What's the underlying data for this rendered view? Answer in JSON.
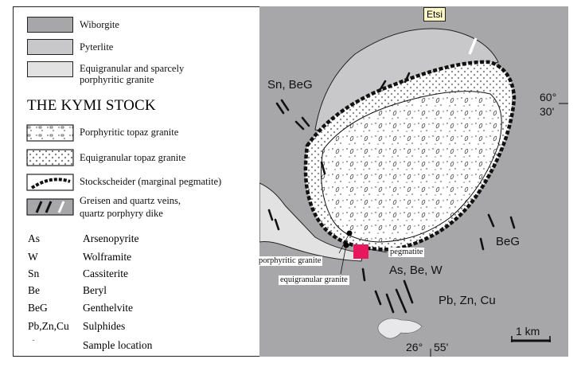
{
  "legend": {
    "wiborgite": "Wiborgite",
    "pyterlite": "Pyterlite",
    "equigranular_1": "Equigranular and sparcely",
    "equigranular_2": "porphyritic granite",
    "title": "THE KYMI STOCK",
    "porphyritic_topaz": "Porphyritic topaz granite",
    "equigranular_topaz": "Equigranular topaz granite",
    "stockscheider": "Stockscheider (marginal pegmatite)",
    "greisen_1": "Greisen and quartz veins,",
    "greisen_2": "quartz porphyry dike",
    "minerals": [
      {
        "abbr": "As",
        "name": "Arsenopyrite"
      },
      {
        "abbr": "W",
        "name": "Wolframite"
      },
      {
        "abbr": "Sn",
        "name": "Cassiterite"
      },
      {
        "abbr": "Be",
        "name": "Beryl"
      },
      {
        "abbr": "BeG",
        "name": "Genthelvite"
      },
      {
        "abbr": "Pb,Zn,Cu",
        "name": "Sulphides"
      }
    ],
    "sample": "Sample location"
  },
  "map": {
    "etsi": "Etsi",
    "sn_beg": "Sn, BeG",
    "beg": "BeG",
    "as_be_w": "As, Be, W",
    "pb_zn_cu": "Pb, Zn, Cu",
    "lat_deg": "60°",
    "lat_min": "30'",
    "lon": "26°",
    "lon_min": "55'",
    "scale": "1 km",
    "porphyritic_granite": "porphyritic granite",
    "equigranular_granite": "equigranular granite",
    "pegmatite": "pegmatite"
  },
  "colors": {
    "wiborgite": "#a7a7a9",
    "pyterlite": "#c8c8ca",
    "equigranular": "#e2e2e2",
    "pegmatite_marker": "#e8175d",
    "etsi_box": "#fcf7c6"
  }
}
